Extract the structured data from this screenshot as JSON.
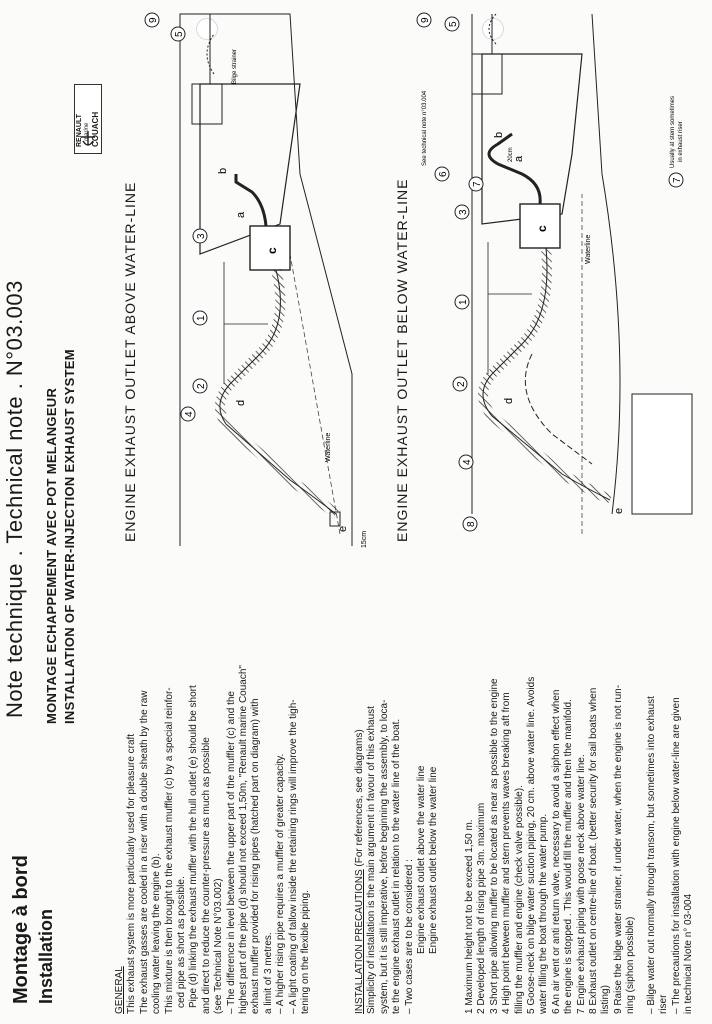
{
  "header": {
    "left_line1": "Montage à bord",
    "left_line2": "Installation",
    "note_title": "Note technique . Technical note .  N°03.003",
    "title_fr": "MONTAGE ECHAPPEMENT AVEC POT MELANGEUR",
    "title_en": "INSTALLATION OF WATER-INJECTION EXHAUST SYSTEM",
    "logo_line1": "RENAULT",
    "logo_line2": "marine",
    "logo_line3": "COUACH"
  },
  "general": {
    "heading": "GENERAL",
    "lines": [
      "This exhaust system is more particularly used for pleasure craft",
      "The exhaust gasses are cooled in a riser with a double sheath by the raw",
      "cooling water leaving the engine (b).",
      "This mixture is then brought to the exhaust muffler (c) by a special reinfor-",
      "ced pipe as short as possible.",
      "Pipe (d) linking the exhaust muffler with the hull outlet (e) should be short",
      "and direct to reduce the counter-pressure as much as possible",
      "(see Technical Note N°03.002)",
      "– The difference in level between the upper part of the muffler (c) and the",
      "highest part of the pipe (d) should not exceed 1,50m, \"Renault marine Couach\"",
      "exhaust muffler provided for rising pipes (hatched part on diagram) with",
      "a limit of 3 metres.",
      "– A higher rising pipe requires a muffler of greater capacity.",
      "– A light coating of tallow inside the retaining rings will improve the tigh-",
      "tening on the flexible piping."
    ]
  },
  "precautions": {
    "heading": "INSTALLATION PRECAUTIONS",
    "heading_suffix": " (For references,  see diagrams)",
    "lines": [
      "Simplicity of installation is the main argument in favour of this exhaust",
      "system, but it is still imperative, before beginning the assembly, to loca-",
      "te the engine exhaust outlet in relation to the water line of the boat.",
      "– Two cases are to be considered :",
      "Engine exhaust outlet above the water line",
      "Engine exhaust outlet below the water line"
    ]
  },
  "numbered": [
    "1  Maximum height not to be exceed 1,50 m.",
    "2  Developed length of rising pipe 3m. maximum",
    "3  Short pipe allowing muffler to be located as near as possible to the engine",
    "4  High point between muffler and stern prevents waves breaking aft from",
    "    filling the muffler and engine (check valve possible).",
    "5  Goose-neck on bilge water suction piping, 20 cm. above water line. Avoids",
    "    water filling the boat through the water pump.",
    "6  An air vent or anti return valve, necessary to avoid a siphon effect when",
    "    the engine is stopped . This would fill the muffler and then the manifold.",
    "7  Engine exhaust piping with goose neck above water line.",
    "8  Exhaust outlet on centre-line of boat. (better security for sail boats when",
    "    listing)",
    "9  Raise the bilge water strainer, if under water, when the engine is not run-",
    "    ning (siphon possible)"
  ],
  "footer": [
    "– Bilge water out normally through transom, but sometimes into exhaust",
    "   riser",
    "– The precautions for installation with engine below water-line are given",
    "   in technical Note n° 03-004"
  ],
  "diagram1": {
    "caption": "ENGINE EXHAUST OUTLET ABOVE WATER-LINE",
    "waterline_label": "Waterline",
    "bilge_label": "Bilge strainer",
    "dim_label": "15cm",
    "callouts": [
      "1",
      "2",
      "3",
      "4",
      "5",
      "9"
    ],
    "letters": [
      "a",
      "b",
      "c",
      "d",
      "e"
    ]
  },
  "diagram2": {
    "caption": "ENGINE EXHAUST OUTLET BELOW WATER-LINE",
    "waterline_label": "Waterline",
    "see_note": "See technical note n°03.004",
    "usually_note_1": "Usually at stern sometimes",
    "usually_note_2": "in exhaust riser",
    "dim_label": "20cm",
    "callouts": [
      "1",
      "2",
      "3",
      "4",
      "5",
      "6",
      "7",
      "8",
      "9"
    ],
    "letters": [
      "a",
      "b",
      "c",
      "d",
      "e"
    ]
  }
}
